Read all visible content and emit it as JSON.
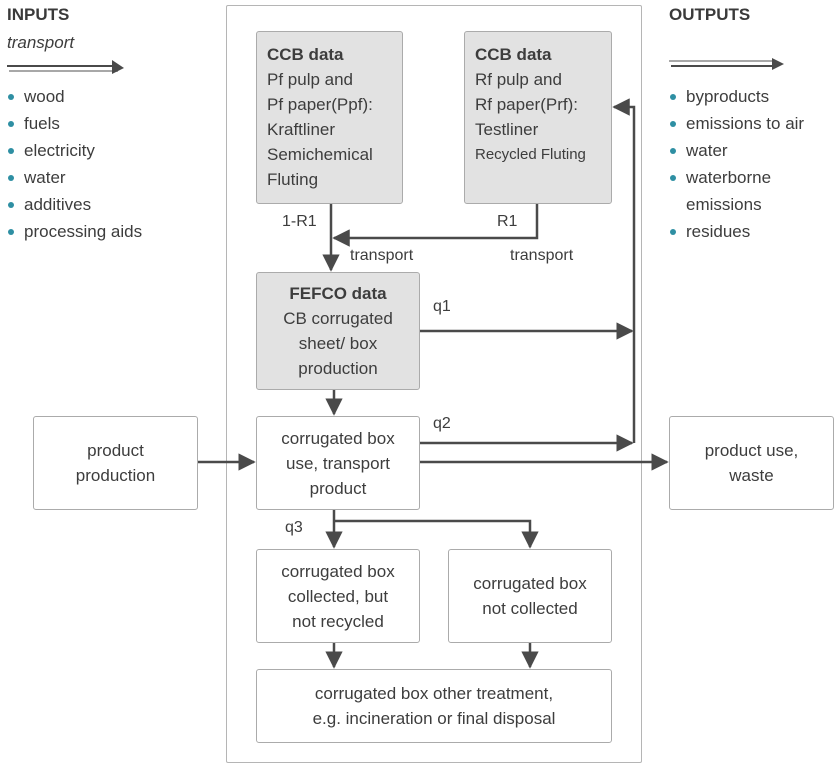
{
  "inputs": {
    "heading": "INPUTS",
    "subheading": "transport",
    "items": [
      "wood",
      "fuels",
      "electricity",
      "water",
      "additives",
      "processing aids"
    ]
  },
  "outputs": {
    "heading": "OUTPUTS",
    "items": [
      "byproducts",
      "emissions to air",
      "water",
      "waterborne",
      "emissions",
      "residues"
    ]
  },
  "ccb_left": {
    "title": "CCB data",
    "lines": [
      "Pf pulp and",
      "Pf paper(Ppf):",
      "Kraftliner",
      "Semichemical",
      "Fluting"
    ]
  },
  "ccb_right": {
    "title": "CCB data",
    "lines": [
      "Rf pulp and",
      "Rf paper(Prf):",
      "Testliner"
    ],
    "small_line": "Recycled Fluting"
  },
  "fefco": {
    "title": "FEFCO data",
    "lines": [
      "CB corrugated",
      "sheet/ box",
      "production"
    ]
  },
  "use_box": {
    "lines": [
      "corrugated box",
      "use, transport",
      "product"
    ]
  },
  "product_production": {
    "lines": [
      "product",
      "production"
    ]
  },
  "product_use": {
    "lines": [
      "product use,",
      "waste"
    ]
  },
  "not_recycled": {
    "lines": [
      "corrugated box",
      "collected, but",
      "not recycled"
    ]
  },
  "not_collected": {
    "lines": [
      "corrugated box",
      "not collected"
    ]
  },
  "other_treatment": {
    "lines": [
      "corrugated box other treatment,",
      "e.g. incineration or final disposal"
    ]
  },
  "labels": {
    "one_minus_r1": "1-R1",
    "r1": "R1",
    "transport_left": "transport",
    "transport_right": "transport",
    "q1": "q1",
    "q2": "q2",
    "q3": "q3"
  },
  "colors": {
    "bullet": "#2e8fa3",
    "box_fill": "#e2e2e2",
    "line": "#4a4a4a"
  }
}
